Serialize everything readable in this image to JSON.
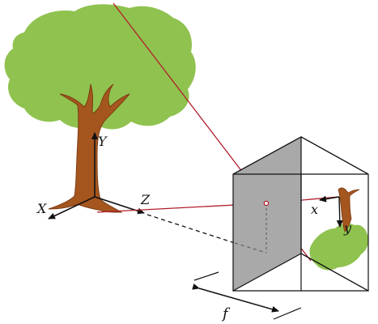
{
  "labels": {
    "world_y": "Y",
    "world_z": "Z",
    "world_x": "X",
    "image_x": "x",
    "image_y": "y",
    "focal": "f"
  },
  "colors": {
    "foliage": "#8fc24f",
    "trunk": "#a5561e",
    "trunk_dark": "#7d3b12",
    "ray": "#b21e2c",
    "box_panel": "#a9a9a9",
    "box_edge": "#111111",
    "background": "#ffffff"
  }
}
